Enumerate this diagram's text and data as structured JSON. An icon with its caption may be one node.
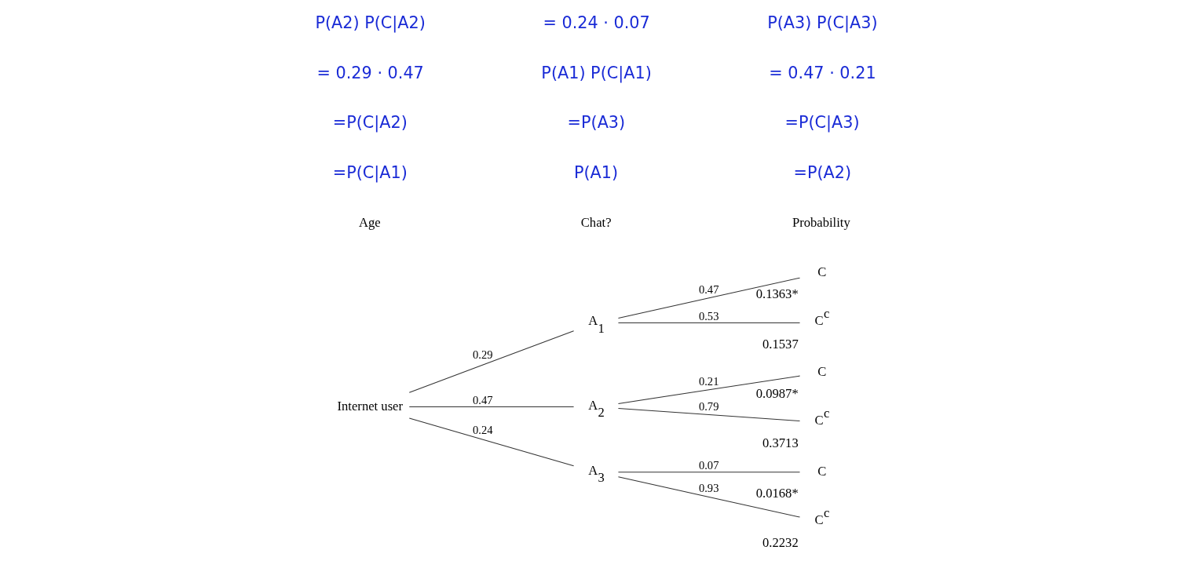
{
  "diagram": {
    "nodes": [
      {
        "text": [
          "Internet user"
        ]
      },
      {
        "text": [
          "A$_{1}$"
        ]
      },
      {
        "text": [
          "A$_{2}$"
        ]
      },
      {
        "text": [
          "A$_{3}$"
        ]
      },
      {
        "text": [
          "C"
        ],
        "beside": [
          "0.1363*"
        ]
      },
      {
        "text": [
          "C$^{c}$"
        ],
        "beside": [
          "0.1537"
        ]
      },
      {
        "text": [
          "C"
        ],
        "beside": [
          "0.0987*"
        ]
      },
      {
        "text": [
          "C$^{c}$"
        ],
        "beside": [
          "0.3713"
        ]
      },
      {
        "text": [
          "C"
        ],
        "beside": [
          "0.0168*"
        ]
      },
      {
        "text": [
          "C$^{c}$"
        ],
        "beside": [
          "0.2232"
        ]
      }
    ],
    "edges": [
      {
        "from": 0,
        "to": 1,
        "arrow": "none",
        "label": "0.29"
      },
      {
        "from": 0,
        "to": 2,
        "arrow": "none",
        "label": "0.47"
      },
      {
        "from": 0,
        "to": 3,
        "arrow": "none",
        "label": "0.24"
      },
      {
        "from": 1,
        "to": 4,
        "arrow": "none",
        "label": "0.47"
      },
      {
        "from": 1,
        "to": 5,
        "arrow": "none",
        "label": "0.53"
      },
      {
        "from": 2,
        "to": 6,
        "arrow": "none",
        "label": "0.21"
      },
      {
        "from": 2,
        "to": 7,
        "arrow": "none",
        "label": "0.79"
      },
      {
        "from": 3,
        "to": 8,
        "arrow": "none",
        "label": "0.07"
      },
      {
        "from": 3,
        "to": 9,
        "arrow": "none",
        "label": "0.93"
      }
    ],
    "labels": [
      "Age",
      "Chat?",
      "Probability",
      "=P(C|A1)",
      "P(A1)",
      "=P(A2)",
      "=P(C|A2)",
      "=P(A3)",
      "=P(C|A3)",
      "= 0.29 · 0.47",
      "P(A1) P(C|A1)",
      "= 0.47 · 0.21",
      "P(A2) P(C|A2)",
      "= 0.24 · 0.07",
      "P(A3) P(C|A3)"
    ]
  }
}
